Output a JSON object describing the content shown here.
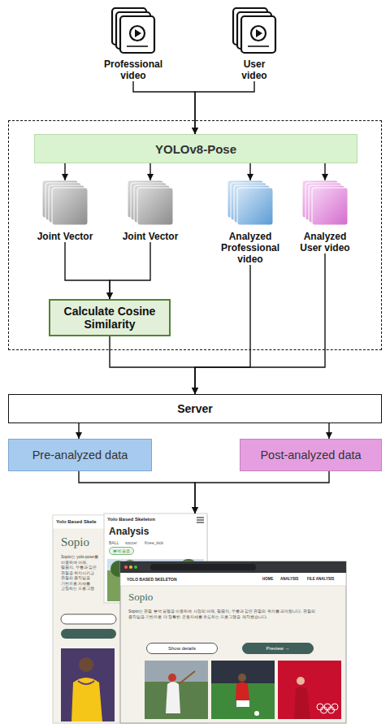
{
  "diagram": {
    "nodes": [
      {
        "text": [
          "Professional video"
        ]
      },
      {
        "text": [
          "User video"
        ]
      },
      {
        "text": []
      },
      {
        "text": [
          "YOLOv8-Pose"
        ],
        "in": 2
      },
      {
        "text": [
          "Joint Vector"
        ],
        "in": 2
      },
      {
        "text": [
          "Joint Vector"
        ],
        "in": 2
      },
      {
        "text": [
          "Analyzed Professional video"
        ],
        "in": 2
      },
      {
        "text": [
          "Analyzed User video"
        ],
        "in": 2
      },
      {
        "text": [
          "Calculate Cosine Similarity"
        ],
        "in": 2
      },
      {
        "text": [
          "Server"
        ]
      },
      {
        "text": [
          "Pre-analyzed data"
        ]
      },
      {
        "text": [
          "Post-analyzed data"
        ]
      },
      {
        "text": [
          "Yolo Based Skele",
          "Sopio",
          "Sopio는 yolo-pose를 이용하여 어깨, 팔꿈치, 무릎과 같은 관절을 위치시키고 관절의 움직임을 기반으로 자세를 교정하는 프로그램"
        ]
      },
      {
        "text": [
          "Yolo Based Skeleton",
          "Analysis",
          "BALL",
          "soccer",
          "Knee_kick",
          "분석 모음"
        ]
      },
      {
        "text": [
          "YOLO BASED SKELETON",
          "HOME",
          "ANALYSIS",
          "FILE ANALYSIS",
          "Sopio",
          "Sopio는 관절 분석 모델을 이용하여 사람의 어깨, 팔꿈치, 무릎과 같은 관절의 위치를 파악합니다. 관절의 움직임을 기반으로 더 정확한 운동자세를 유도하는 프로그램을 제작했습니다.",
          "Show details",
          "Preview →"
        ]
      }
    ],
    "edges": [
      {
        "from": 0,
        "to": 3,
        "arrow": "to"
      },
      {
        "from": 1,
        "to": 3,
        "arrow": "to"
      },
      {
        "from": 3,
        "to": 4,
        "arrow": "to"
      },
      {
        "from": 3,
        "to": 5,
        "arrow": "to"
      },
      {
        "from": 3,
        "to": 6,
        "arrow": "to"
      },
      {
        "from": 3,
        "to": 7,
        "arrow": "to"
      },
      {
        "from": 4,
        "to": 8,
        "arrow": "to"
      },
      {
        "from": 5,
        "to": 8,
        "arrow": "to"
      },
      {
        "from": 8,
        "to": 9,
        "arrow": "to"
      },
      {
        "from": 6,
        "to": 9,
        "arrow": "to"
      },
      {
        "from": 7,
        "to": 9,
        "arrow": "to"
      },
      {
        "from": 9,
        "to": 10,
        "arrow": "to"
      },
      {
        "from": 9,
        "to": 11,
        "arrow": "to"
      },
      {
        "from": 10,
        "to": 13,
        "arrow": "to"
      },
      {
        "from": 11,
        "to": 13,
        "arrow": "to"
      }
    ]
  }
}
